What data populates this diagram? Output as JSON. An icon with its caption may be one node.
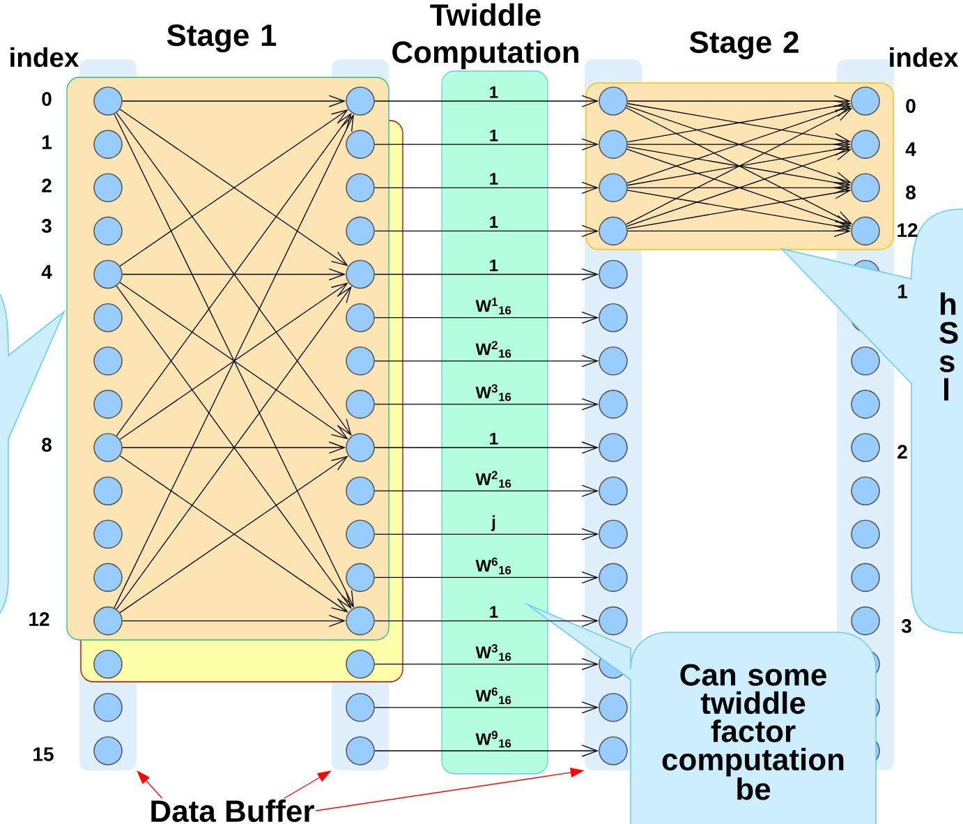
{
  "diagram": {
    "nodes": [
      {
        "text": [],
        "shape": "bar"
      },
      {
        "text": [],
        "shape": "bar"
      },
      {
        "text": [],
        "shape": "bar"
      },
      {
        "text": [],
        "shape": "bar"
      },
      {
        "text": [],
        "shape": "circle",
        "in": 0
      },
      {
        "text": [],
        "shape": "circle",
        "in": 0
      },
      {
        "text": [],
        "shape": "circle",
        "in": 0
      },
      {
        "text": [],
        "shape": "circle",
        "in": 0
      },
      {
        "text": [],
        "shape": "circle",
        "in": 0
      },
      {
        "text": [],
        "shape": "circle",
        "in": 0
      },
      {
        "text": [],
        "shape": "circle",
        "in": 0
      },
      {
        "text": [],
        "shape": "circle",
        "in": 0
      },
      {
        "text": [],
        "shape": "circle",
        "in": 0
      },
      {
        "text": [],
        "shape": "circle",
        "in": 0
      },
      {
        "text": [],
        "shape": "circle",
        "in": 0
      },
      {
        "text": [],
        "shape": "circle",
        "in": 0
      },
      {
        "text": [],
        "shape": "circle",
        "in": 0
      },
      {
        "text": [],
        "shape": "circle",
        "in": 0
      },
      {
        "text": [],
        "shape": "circle",
        "in": 0
      },
      {
        "text": [],
        "shape": "circle",
        "in": 0
      },
      {
        "text": [],
        "shape": "circle",
        "in": 1
      },
      {
        "text": [],
        "shape": "circle",
        "in": 1
      },
      {
        "text": [],
        "shape": "circle",
        "in": 1
      },
      {
        "text": [],
        "shape": "circle",
        "in": 1
      },
      {
        "text": [],
        "shape": "circle",
        "in": 1
      },
      {
        "text": [],
        "shape": "circle",
        "in": 1
      },
      {
        "text": [],
        "shape": "circle",
        "in": 1
      },
      {
        "text": [],
        "shape": "circle",
        "in": 1
      },
      {
        "text": [],
        "shape": "circle",
        "in": 1
      },
      {
        "text": [],
        "shape": "circle",
        "in": 1
      },
      {
        "text": [],
        "shape": "circle",
        "in": 1
      },
      {
        "text": [],
        "shape": "circle",
        "in": 1
      },
      {
        "text": [],
        "shape": "circle",
        "in": 1
      },
      {
        "text": [],
        "shape": "circle",
        "in": 1
      },
      {
        "text": [],
        "shape": "circle",
        "in": 1
      },
      {
        "text": [],
        "shape": "circle",
        "in": 1
      },
      {
        "text": [],
        "shape": "circle",
        "in": 2
      },
      {
        "text": [],
        "shape": "circle",
        "in": 2
      },
      {
        "text": [],
        "shape": "circle",
        "in": 2
      },
      {
        "text": [],
        "shape": "circle",
        "in": 2
      },
      {
        "text": [],
        "shape": "circle",
        "in": 2
      },
      {
        "text": [],
        "shape": "circle",
        "in": 2
      },
      {
        "text": [],
        "shape": "circle",
        "in": 2
      },
      {
        "text": [],
        "shape": "circle",
        "in": 2
      },
      {
        "text": [],
        "shape": "circle",
        "in": 2
      },
      {
        "text": [],
        "shape": "circle",
        "in": 2
      },
      {
        "text": [],
        "shape": "circle",
        "in": 2
      },
      {
        "text": [],
        "shape": "circle",
        "in": 2
      },
      {
        "text": [],
        "shape": "circle",
        "in": 2
      },
      {
        "text": [],
        "shape": "circle"
      },
      {
        "text": [],
        "shape": "circle",
        "in": 2
      },
      {
        "text": [],
        "shape": "circle",
        "in": 2
      },
      {
        "text": [],
        "shape": "circle",
        "in": 3
      },
      {
        "text": [],
        "shape": "circle",
        "in": 3
      },
      {
        "text": [],
        "shape": "circle",
        "in": 3
      },
      {
        "text": [],
        "shape": "circle",
        "in": 3
      },
      {
        "text": [],
        "shape": "circle"
      },
      {
        "text": [],
        "shape": "circle"
      },
      {
        "text": [],
        "shape": "circle",
        "in": 3
      },
      {
        "text": [],
        "shape": "circle",
        "in": 3
      },
      {
        "text": [],
        "shape": "circle",
        "in": 3
      },
      {
        "text": [],
        "shape": "circle",
        "in": 3
      },
      {
        "text": [],
        "shape": "circle",
        "in": 3
      },
      {
        "text": [],
        "shape": "circle",
        "in": 3
      },
      {
        "text": [],
        "shape": "circle",
        "in": 3
      },
      {
        "text": [],
        "shape": "circle",
        "in": 3
      },
      {
        "text": [],
        "shape": "circle",
        "in": 3
      },
      {
        "text": [],
        "shape": "circle",
        "in": 3
      },
      {
        "text": [],
        "shape": "callout"
      },
      {
        "text": [
          "h S s l"
        ]
      },
      {
        "text": [
          "Can some twiddle factor computation be"
        ]
      },
      {
        "text": [
          "Data Buffer"
        ]
      }
    ],
    "edges": [
      {
        "from": 4,
        "to": 20,
        "arrow": "to"
      },
      {
        "from": 4,
        "to": 24,
        "arrow": "to"
      },
      {
        "from": 4,
        "to": 28,
        "arrow": "to"
      },
      {
        "from": 4,
        "to": 32,
        "arrow": "to"
      },
      {
        "from": 8,
        "to": 20,
        "arrow": "to"
      },
      {
        "from": 8,
        "to": 24,
        "arrow": "to"
      },
      {
        "from": 8,
        "to": 28,
        "arrow": "to"
      },
      {
        "from": 8,
        "to": 32,
        "arrow": "to"
      },
      {
        "from": 12,
        "to": 20,
        "arrow": "to"
      },
      {
        "from": 12,
        "to": 24,
        "arrow": "to"
      },
      {
        "from": 12,
        "to": 28,
        "arrow": "to"
      },
      {
        "from": 12,
        "to": 32,
        "arrow": "to"
      },
      {
        "from": 16,
        "to": 20,
        "arrow": "to"
      },
      {
        "from": 16,
        "to": 24,
        "arrow": "to"
      },
      {
        "from": 16,
        "to": 28,
        "arrow": "to"
      },
      {
        "from": 16,
        "to": 32,
        "arrow": "to"
      },
      {
        "from": 20,
        "to": 36,
        "arrow": "to",
        "label": "1"
      },
      {
        "from": 21,
        "to": 37,
        "arrow": "to",
        "label": "1"
      },
      {
        "from": 22,
        "to": 38,
        "arrow": "to",
        "label": "1"
      },
      {
        "from": 23,
        "to": 39,
        "arrow": "to",
        "label": "1"
      },
      {
        "from": 24,
        "to": 40,
        "arrow": "to",
        "label": "1"
      },
      {
        "from": 25,
        "to": 41,
        "arrow": "to",
        "label": "W$^{1}$$_{16}$"
      },
      {
        "from": 26,
        "to": 42,
        "arrow": "to",
        "label": "W$^{2}$$_{16}$"
      },
      {
        "from": 27,
        "to": 43,
        "arrow": "to",
        "label": "W$^{3}$$_{16}$"
      },
      {
        "from": 28,
        "to": 44,
        "arrow": "to",
        "label": "1"
      },
      {
        "from": 29,
        "to": 45,
        "arrow": "to",
        "label": "W$^{2}$$_{16}$"
      },
      {
        "from": 30,
        "to": 46,
        "arrow": "to",
        "label": "j"
      },
      {
        "from": 31,
        "to": 47,
        "arrow": "to",
        "label": "W$^{6}$$_{16}$"
      },
      {
        "from": 32,
        "to": 48,
        "arrow": "to",
        "label": "1"
      },
      {
        "from": 33,
        "to": 49,
        "arrow": "to",
        "label": "W$^{3}$$_{16}$"
      },
      {
        "from": 34,
        "to": 50,
        "arrow": "to",
        "label": "W$^{6}$$_{16}$"
      },
      {
        "from": 35,
        "to": 51,
        "arrow": "to",
        "label": "W$^{9}$$_{16}$"
      },
      {
        "from": 36,
        "to": 52,
        "arrow": "to"
      },
      {
        "from": 36,
        "to": 53,
        "arrow": "to"
      },
      {
        "from": 36,
        "to": 54,
        "arrow": "to"
      },
      {
        "from": 36,
        "to": 55,
        "arrow": "to"
      },
      {
        "from": 37,
        "to": 52,
        "arrow": "to"
      },
      {
        "from": 37,
        "to": 53,
        "arrow": "to"
      },
      {
        "from": 37,
        "to": 54,
        "arrow": "to"
      },
      {
        "from": 37,
        "to": 55,
        "arrow": "to"
      },
      {
        "from": 38,
        "to": 52,
        "arrow": "to"
      },
      {
        "from": 38,
        "to": 53,
        "arrow": "to"
      },
      {
        "from": 38,
        "to": 54,
        "arrow": "to"
      },
      {
        "from": 38,
        "to": 55,
        "arrow": "to"
      },
      {
        "from": 39,
        "to": 52,
        "arrow": "to"
      },
      {
        "from": 39,
        "to": 53,
        "arrow": "to"
      },
      {
        "from": 39,
        "to": 54,
        "arrow": "to"
      },
      {
        "from": 39,
        "to": 55,
        "arrow": "to"
      },
      {
        "from": 71,
        "to": 0,
        "arrow": "to",
        "color": "#ff0000"
      },
      {
        "from": 71,
        "to": 1,
        "arrow": "to",
        "color": "#ff0000"
      },
      {
        "from": 71,
        "to": 2,
        "arrow": "to",
        "color": "#ff0000"
      }
    ],
    "labels": [
      "Twiddle Computation",
      "Stage 1",
      "Stage 2",
      "index",
      "index",
      "0",
      "1",
      "2",
      "3",
      "4",
      "8",
      "12",
      "15",
      "0",
      "4",
      "8",
      "12",
      "1",
      "2",
      "3"
    ]
  }
}
